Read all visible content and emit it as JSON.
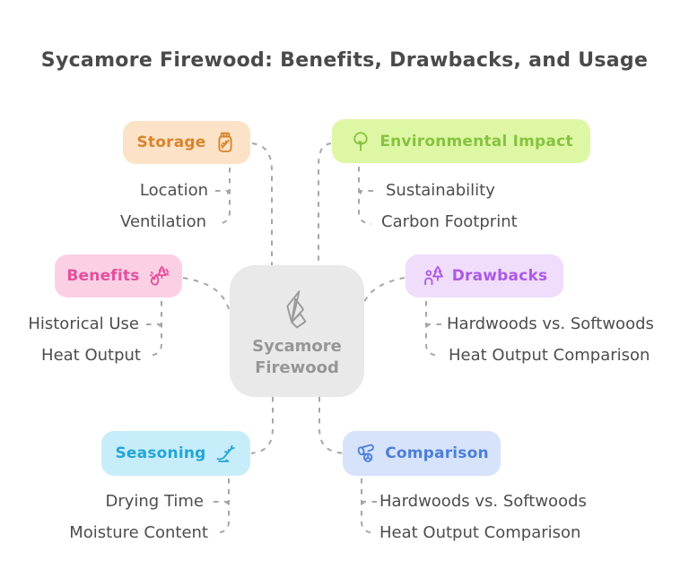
{
  "title": "Sycamore Firewood: Benefits, Drawbacks, and Usage",
  "center": {
    "line1": "Sycamore",
    "line2": "Firewood",
    "icon": "paper-flame-icon",
    "bg": "#e9e9e9",
    "color": "#969696"
  },
  "branches": [
    {
      "id": "storage",
      "label": "Storage",
      "icon": "jar-sprig-icon",
      "bg": "#fce3c7",
      "color": "#d9832c",
      "children": [
        "Location",
        "Ventilation"
      ]
    },
    {
      "id": "environmental-impact",
      "label": "Environmental Impact",
      "icon": "tree-icon",
      "bg": "#def7a5",
      "color": "#86c33f",
      "children": [
        "Sustainability",
        "Carbon Footprint"
      ]
    },
    {
      "id": "benefits",
      "label": "Benefits",
      "icon": "campfire-trees-icon",
      "bg": "#fbd0e5",
      "color": "#e44f9d",
      "children": [
        "Historical Use",
        "Heat Output"
      ]
    },
    {
      "id": "drawbacks",
      "label": "Drawbacks",
      "icon": "person-tree-icon",
      "bg": "#efddfb",
      "color": "#ac59e6",
      "children": [
        "Hardwoods vs. Softwoods",
        "Heat Output Comparison"
      ]
    },
    {
      "id": "seasoning",
      "label": "Seasoning",
      "icon": "wind-leaves-icon",
      "bg": "#c7edfa",
      "color": "#23a6d6",
      "children": [
        "Drying Time",
        "Moisture Content"
      ]
    },
    {
      "id": "comparison",
      "label": "Comparison",
      "icon": "log-icon",
      "bg": "#d7e3fb",
      "color": "#4c7fd9",
      "children": [
        "Hardwoods vs. Softwoods",
        "Heat Output Comparison"
      ]
    }
  ],
  "colors": {
    "connector": "#a6a6a6",
    "title_text": "#4a4a4a",
    "child_text": "#4d4d4d",
    "background": "#ffffff"
  }
}
